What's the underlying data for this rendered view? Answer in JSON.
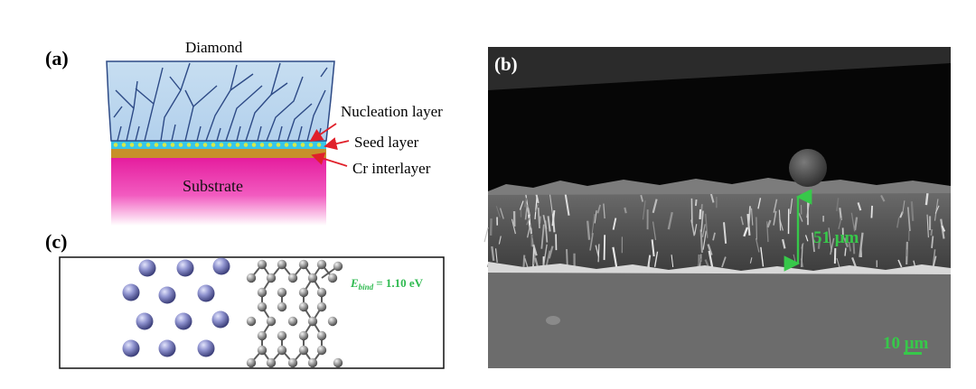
{
  "panel_a": {
    "label": "(a)",
    "diamond_label": "Diamond",
    "nucleation_label": "Nucleation layer",
    "seed_label": "Seed layer",
    "interlayer_label": "Cr interlayer",
    "substrate_label": "Substrate"
  },
  "panel_b": {
    "label": "(b)",
    "thickness_label": "51 μm",
    "scale_bar_label": "10 μm"
  },
  "panel_c": {
    "label": "(c)",
    "ebind_symbol": "E",
    "ebind_subscript": "bind",
    "ebind_value": "= 1.10 eV"
  },
  "colors": {
    "diamond_fill": "#b9d6ee",
    "grain_lines": "#2d4a86",
    "seed_layer": "#36c6ea",
    "seed_dots": "#d6e84a",
    "cr_interlayer": "#c7902a",
    "substrate": "#ea1fa6",
    "arrow_red": "#e0202a",
    "sem_green": "#37c84a",
    "ebind_green": "#2fba50",
    "atom_purple": "#7a7ec0",
    "atom_gray": "#9a9a9a"
  }
}
